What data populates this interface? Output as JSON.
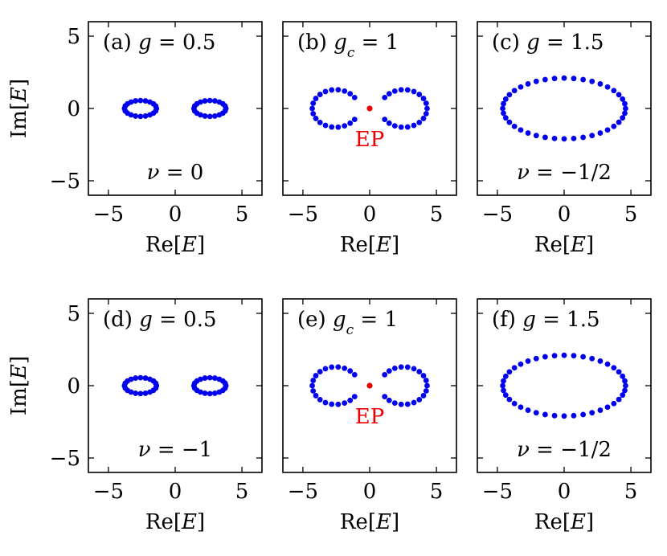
{
  "axes_labels": {
    "x": [
      "Re[",
      "E",
      "]"
    ],
    "y": [
      "Im[",
      "E",
      "]"
    ]
  },
  "colors": {
    "points": "#0000ee",
    "ep": "#ee0000",
    "frame": "#000000"
  },
  "chart_data": [
    {
      "type": "scatter",
      "panel": "(a)",
      "title_param": "g",
      "title_sub": "",
      "title_value": "0.5",
      "invariant": "0",
      "xlabel": "Re[E]",
      "ylabel": "Im[E]",
      "xlim": [
        -6.5,
        6.5
      ],
      "ylim": [
        -6,
        6
      ],
      "xticks": [
        -5,
        0,
        5
      ],
      "yticks": [
        -5,
        0,
        5
      ],
      "shape": "two-loops",
      "loops": [
        {
          "cx": -2.6,
          "cy": 0,
          "rx": 1.2,
          "ry": 0.55,
          "n": 20
        },
        {
          "cx": 2.6,
          "cy": 0,
          "rx": 1.2,
          "ry": 0.55,
          "n": 20
        }
      ],
      "ep": null
    },
    {
      "type": "scatter",
      "panel": "(b)",
      "title_param": "g",
      "title_sub": "c",
      "title_value": "1",
      "invariant": "",
      "xlabel": "Re[E]",
      "ylabel": "Im[E]",
      "xlim": [
        -6.5,
        6.5
      ],
      "ylim": [
        -6,
        6
      ],
      "xticks": [
        -5,
        0,
        5
      ],
      "yticks": [
        -5,
        0,
        5
      ],
      "shape": "two-arcs",
      "arcs": [
        {
          "cx": -2.55,
          "cy": 0,
          "rx": 1.75,
          "ry": 1.3,
          "n": 19
        },
        {
          "cx": 2.55,
          "cy": 0,
          "rx": 1.75,
          "ry": 1.3,
          "n": 19
        }
      ],
      "ep": {
        "x": 0,
        "y": 0,
        "label": "EP",
        "label_pos": [
          0,
          -2.6
        ]
      }
    },
    {
      "type": "scatter",
      "panel": "(c)",
      "title_param": "g",
      "title_sub": "",
      "title_value": "1.5",
      "invariant": "−1/2",
      "xlabel": "Re[E]",
      "ylabel": "Im[E]",
      "xlim": [
        -6.5,
        6.5
      ],
      "ylim": [
        -6,
        6
      ],
      "xticks": [
        -5,
        0,
        5
      ],
      "yticks": [
        -5,
        0,
        5
      ],
      "shape": "one-loop",
      "loops": [
        {
          "cx": 0,
          "cy": 0,
          "rx": 4.6,
          "ry": 2.1,
          "n": 40
        }
      ],
      "ep": null
    },
    {
      "type": "scatter",
      "panel": "(d)",
      "title_param": "g",
      "title_sub": "",
      "title_value": "0.5",
      "invariant": "−1",
      "xlabel": "Re[E]",
      "ylabel": "Im[E]",
      "xlim": [
        -6.5,
        6.5
      ],
      "ylim": [
        -6,
        6
      ],
      "xticks": [
        -5,
        0,
        5
      ],
      "yticks": [
        -5,
        0,
        5
      ],
      "shape": "two-loops",
      "loops": [
        {
          "cx": -2.6,
          "cy": 0,
          "rx": 1.2,
          "ry": 0.55,
          "n": 20
        },
        {
          "cx": 2.6,
          "cy": 0,
          "rx": 1.2,
          "ry": 0.55,
          "n": 20
        }
      ],
      "ep": null
    },
    {
      "type": "scatter",
      "panel": "(e)",
      "title_param": "g",
      "title_sub": "c",
      "title_value": "1",
      "invariant": "",
      "xlabel": "Re[E]",
      "ylabel": "Im[E]",
      "xlim": [
        -6.5,
        6.5
      ],
      "ylim": [
        -6,
        6
      ],
      "xticks": [
        -5,
        0,
        5
      ],
      "yticks": [
        -5,
        0,
        5
      ],
      "shape": "two-arcs",
      "arcs": [
        {
          "cx": -2.55,
          "cy": 0,
          "rx": 1.75,
          "ry": 1.3,
          "n": 19
        },
        {
          "cx": 2.55,
          "cy": 0,
          "rx": 1.75,
          "ry": 1.3,
          "n": 19
        }
      ],
      "ep": {
        "x": 0,
        "y": 0,
        "label": "EP",
        "label_pos": [
          0,
          -2.6
        ]
      }
    },
    {
      "type": "scatter",
      "panel": "(f)",
      "title_param": "g",
      "title_sub": "",
      "title_value": "1.5",
      "invariant": "−1/2",
      "xlabel": "Re[E]",
      "ylabel": "Im[E]",
      "xlim": [
        -6.5,
        6.5
      ],
      "ylim": [
        -6,
        6
      ],
      "xticks": [
        -5,
        0,
        5
      ],
      "yticks": [
        -5,
        0,
        5
      ],
      "shape": "one-loop",
      "loops": [
        {
          "cx": 0,
          "cy": 0,
          "rx": 4.6,
          "ry": 2.1,
          "n": 40
        }
      ],
      "ep": null
    }
  ]
}
